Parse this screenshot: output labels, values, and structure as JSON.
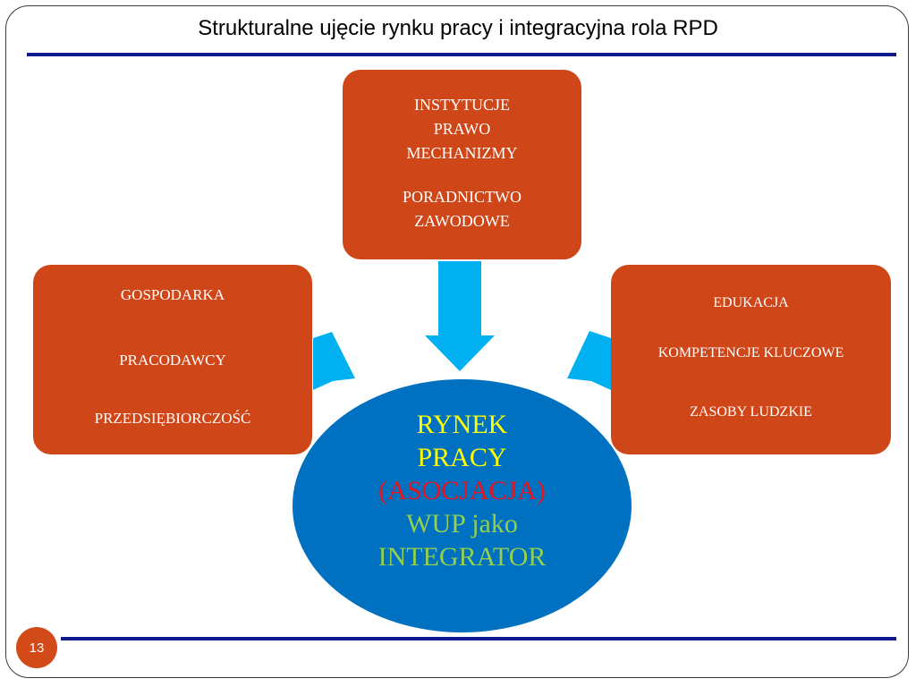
{
  "title": "Strukturalne ujęcie rynku pracy i integracyjna rola RPD",
  "top_box": {
    "lines": [
      "INSTYTUCJE",
      "PRAWO",
      "MECHANIZMY",
      "PORADNICTWO",
      "ZAWODOWE"
    ]
  },
  "left_box": {
    "lines": [
      "GOSPODARKA",
      "PRACODAWCY",
      "PRZEDSIĘBIORCZOŚĆ"
    ]
  },
  "right_box": {
    "lines": [
      "EDUKACJA",
      "KOMPETENCJE KLUCZOWE",
      "ZASOBY LUDZKIE"
    ]
  },
  "center": {
    "line1": "RYNEK",
    "line2": "PRACY",
    "line3": "(ASOCJACJA)",
    "line4": "WUP jako",
    "line5": "INTEGRATOR"
  },
  "page_number": "13",
  "colors": {
    "box": "#cf4619",
    "ellipse": "#0070c0",
    "arrow": "#00b0f0",
    "rule": "#101a8c",
    "highlight_yellow": "#ffff00",
    "highlight_red": "#e8141c",
    "highlight_green": "#92d050"
  }
}
